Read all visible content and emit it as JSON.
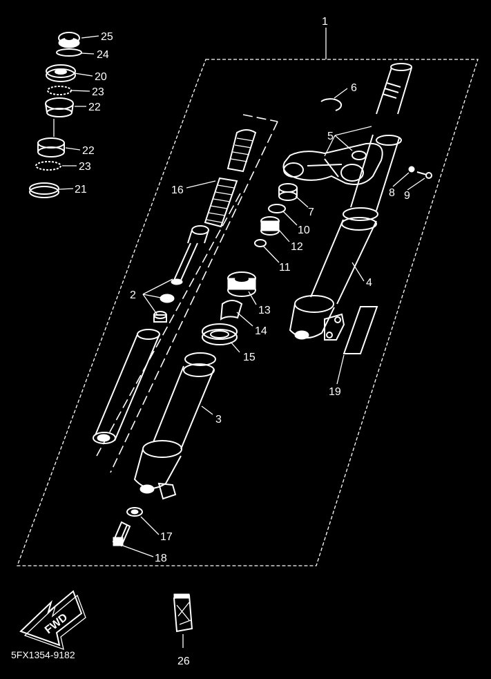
{
  "diagram": {
    "part_numbers": {
      "p1": "1",
      "p2": "2",
      "p3": "3",
      "p4": "4",
      "p5": "5",
      "p6": "6",
      "p7": "7",
      "p8": "8",
      "p9": "9",
      "p10": "10",
      "p11": "11",
      "p12": "12",
      "p13": "13",
      "p14": "14",
      "p15": "15",
      "p16": "16",
      "p17": "17",
      "p18": "18",
      "p19": "19",
      "p20": "20",
      "p21": "21",
      "p22a": "22",
      "p22b": "22",
      "p23a": "23",
      "p23b": "23",
      "p24": "24",
      "p25": "25",
      "p26": "26"
    },
    "fwd_label": "FWD",
    "drawing_code": "5FX1354-9182"
  }
}
